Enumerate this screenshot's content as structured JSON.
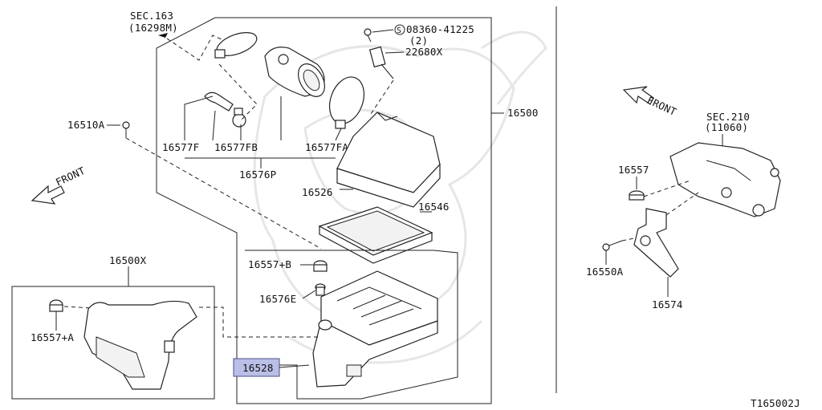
{
  "labels": {
    "sec163": "SEC.163",
    "sec163_ref": "(16298M)",
    "bolt_spec": "08360-41225",
    "bolt_qty": "(2)",
    "p22680x": "22680X",
    "p16500": "16500",
    "p16510a": "16510A",
    "p16577f": "16577F",
    "p16577fb": "16577FB",
    "p16577fa": "16577FA",
    "p16576p": "16576P",
    "p16526": "16526",
    "p16546": "16546",
    "p16557b": "16557+B",
    "p16576e": "16576E",
    "p16528": "16528",
    "p16500x": "16500X",
    "p16557a": "16557+A",
    "front_left": "FRONT",
    "front_right": "FRONT",
    "sec210": "SEC.210",
    "sec210_ref": "(11060)",
    "p16557": "16557",
    "p16550a": "16550A",
    "p16574": "16574",
    "diagram_id": "T165002J"
  },
  "colors": {
    "line": "#222222",
    "highlight_fill": "#b9bfe6",
    "highlight_border": "#4a4f8a",
    "watermark": "#e6e6e6"
  },
  "highlighted_part": "16528"
}
